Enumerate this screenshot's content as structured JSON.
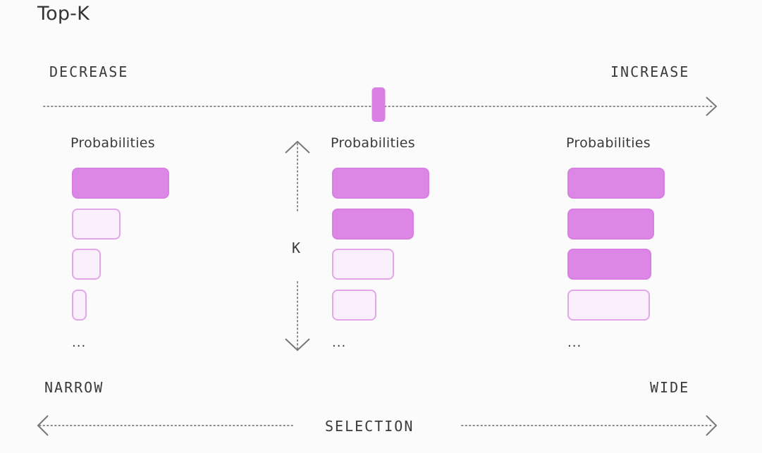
{
  "title": "Top-K",
  "slider": {
    "left_label": "DECREASE",
    "right_label": "INCREASE",
    "value_fraction": 0.5,
    "thumb_color": "#d97fe3"
  },
  "axis_label": "K",
  "panels": [
    {
      "label": "Probabilities",
      "bars": [
        {
          "value": 1.0,
          "selected": true
        },
        {
          "value": 0.5,
          "selected": false
        },
        {
          "value": 0.3,
          "selected": false
        },
        {
          "value": 0.15,
          "selected": false
        }
      ],
      "more": "..."
    },
    {
      "label": "Probabilities",
      "bars": [
        {
          "value": 1.0,
          "selected": true
        },
        {
          "value": 0.84,
          "selected": true
        },
        {
          "value": 0.64,
          "selected": false
        },
        {
          "value": 0.46,
          "selected": false
        }
      ],
      "more": "..."
    },
    {
      "label": "Probabilities",
      "bars": [
        {
          "value": 1.0,
          "selected": true
        },
        {
          "value": 0.89,
          "selected": true
        },
        {
          "value": 0.86,
          "selected": true
        },
        {
          "value": 0.85,
          "selected": false
        }
      ],
      "more": "..."
    }
  ],
  "selection": {
    "left_label": "NARROW",
    "right_label": "WIDE",
    "center_label": "SELECTION"
  },
  "colors": {
    "selected_fill": "#dc86e6",
    "unselected_fill": "#faf0fb",
    "unselected_border": "#e2a6e9",
    "dotted_line": "#8a8a8a"
  }
}
